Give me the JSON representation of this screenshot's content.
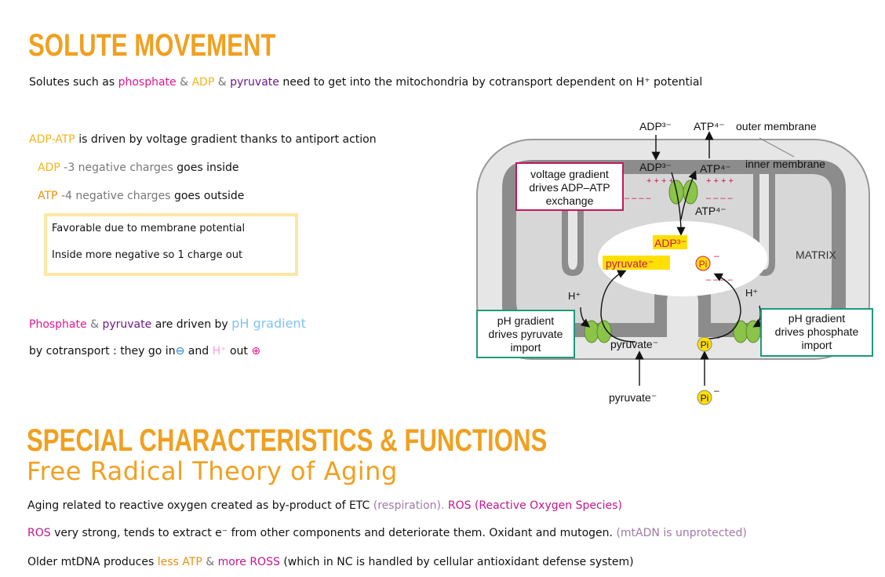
{
  "section1": {
    "title": "SOLUTE MOVEMENT",
    "intro": {
      "p1": "Solutes such as",
      "phosphate": "phosphate",
      "amp1": "&",
      "adp": "ADP",
      "amp2": "&",
      "pyruvate": "pyruvate",
      "p2": "need  to get  into the mitochondria  by cotransport  dependent on H⁺ potential"
    },
    "adpatp": {
      "head_a": "ADP-ATP",
      "head_b": "is driven by voltage gradient thanks to antiport action",
      "adp_label": "ADP",
      "adp_charge": "-3 negative charges",
      "adp_dir": "goes inside",
      "atp_label": "ATP",
      "atp_charge": "-4 negative charges",
      "atp_dir": "goes outside",
      "note1": "Favorable due to membrane potential",
      "note2": "Inside more negative so 1 charge out"
    },
    "ph": {
      "phosphate": "Phosphate",
      "amp": "&",
      "pyruvate": "pyruvate",
      "mid": "are driven by",
      "gradient": "pH gradient",
      "line2_a": "by cotransport : they go in",
      "minus": "⊖",
      "and": "and",
      "h": "H⁺",
      "out": "out",
      "plus": "⊕"
    }
  },
  "diagram": {
    "adp_out": "ADP³⁻",
    "atp_out": "ATP⁴⁻",
    "outer_membrane": "outer membrane",
    "inner_membrane": "inner membrane",
    "adp_ims": "ADP³⁻",
    "atp_ims": "ATP⁴⁻",
    "atp_in": "ATP⁴⁻",
    "voltage_box": [
      "voltage gradient",
      "drives ADP–ATP",
      "exchange"
    ],
    "adp_matrix": "ADP³⁻",
    "pyruvate_matrix": "pyruvate⁻",
    "pi_matrix": "Pi",
    "matrix": "MATRIX",
    "h_left": "H⁺",
    "h_right": "H⁺",
    "ph_left_box": [
      "pH gradient",
      "drives pyruvate",
      "import"
    ],
    "ph_right_box": [
      "pH gradient",
      "drives phosphate",
      "import"
    ],
    "pyruvate_ims": "pyruvate⁻",
    "pi_ims": "Pi",
    "pyruvate_bottom": "pyruvate⁻",
    "pi_bottom": "Pi",
    "plus_signs": "+ + + +",
    "minus_signs": "– – – –",
    "minus_sup": "–"
  },
  "section2": {
    "title": "SPECIAL CHARACTERISTICS & FUNCTIONS",
    "subtitle": "Free Radical Theory of Aging",
    "l1_a": "Aging related to reactive oxygen created as by-product of  ETC",
    "l1_b": "(respiration).",
    "l1_c": "ROS (Reactive Oxygen Species)",
    "l2_a": "ROS",
    "l2_b": "very strong, tends to extract e⁻ from other components and deteriorate them. Oxidant and mutogen.",
    "l2_c": "(mtADN is unprotected)",
    "l3_a": "Older mtDNA produces",
    "l3_b": "less ATP",
    "l3_c": "&",
    "l3_d": "more ROSS",
    "l3_e": "(which in  NC is handled  by cellular antioxidant defense system)"
  }
}
